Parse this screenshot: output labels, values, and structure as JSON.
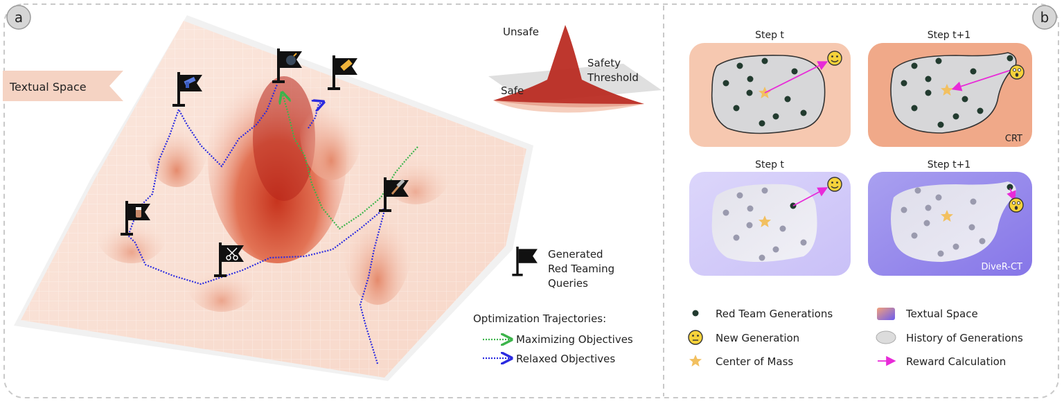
{
  "panel_a": {
    "badge": "a",
    "textual_space_label": "Textual Space",
    "inset": {
      "unsafe": "Unsafe",
      "safety_threshold_line1": "Safety",
      "safety_threshold_line2": "Threshold",
      "safe": "Safe"
    },
    "flag_legend": {
      "line1": "Generated",
      "line2": "Red Teaming",
      "line3": "Queries"
    },
    "trajectories": {
      "title": "Optimization Trajectories:",
      "maximizing": "Maximizing Objectives",
      "relaxed": "Relaxed Objectives"
    }
  },
  "panel_b": {
    "badge": "b",
    "top_left_title": "Step t",
    "top_right_title": "Step t+1",
    "bottom_left_title": "Step t",
    "bottom_right_title": "Step t+1",
    "crt_label": "CRT",
    "diverct_label": "DiveR-CT",
    "legend": {
      "red_team": "Red Team Generations",
      "new_generation": "New Generation",
      "center_of_mass": "Center of Mass",
      "textual_space": "Textual Space",
      "history": "History of Generations",
      "reward": "Reward Calculation"
    }
  },
  "colors": {
    "green_traj": "#3cb44b",
    "blue_traj": "#2a2ae0",
    "magenta": "#e82ad8",
    "peak": "#b8261c",
    "star": "#f2c060"
  }
}
